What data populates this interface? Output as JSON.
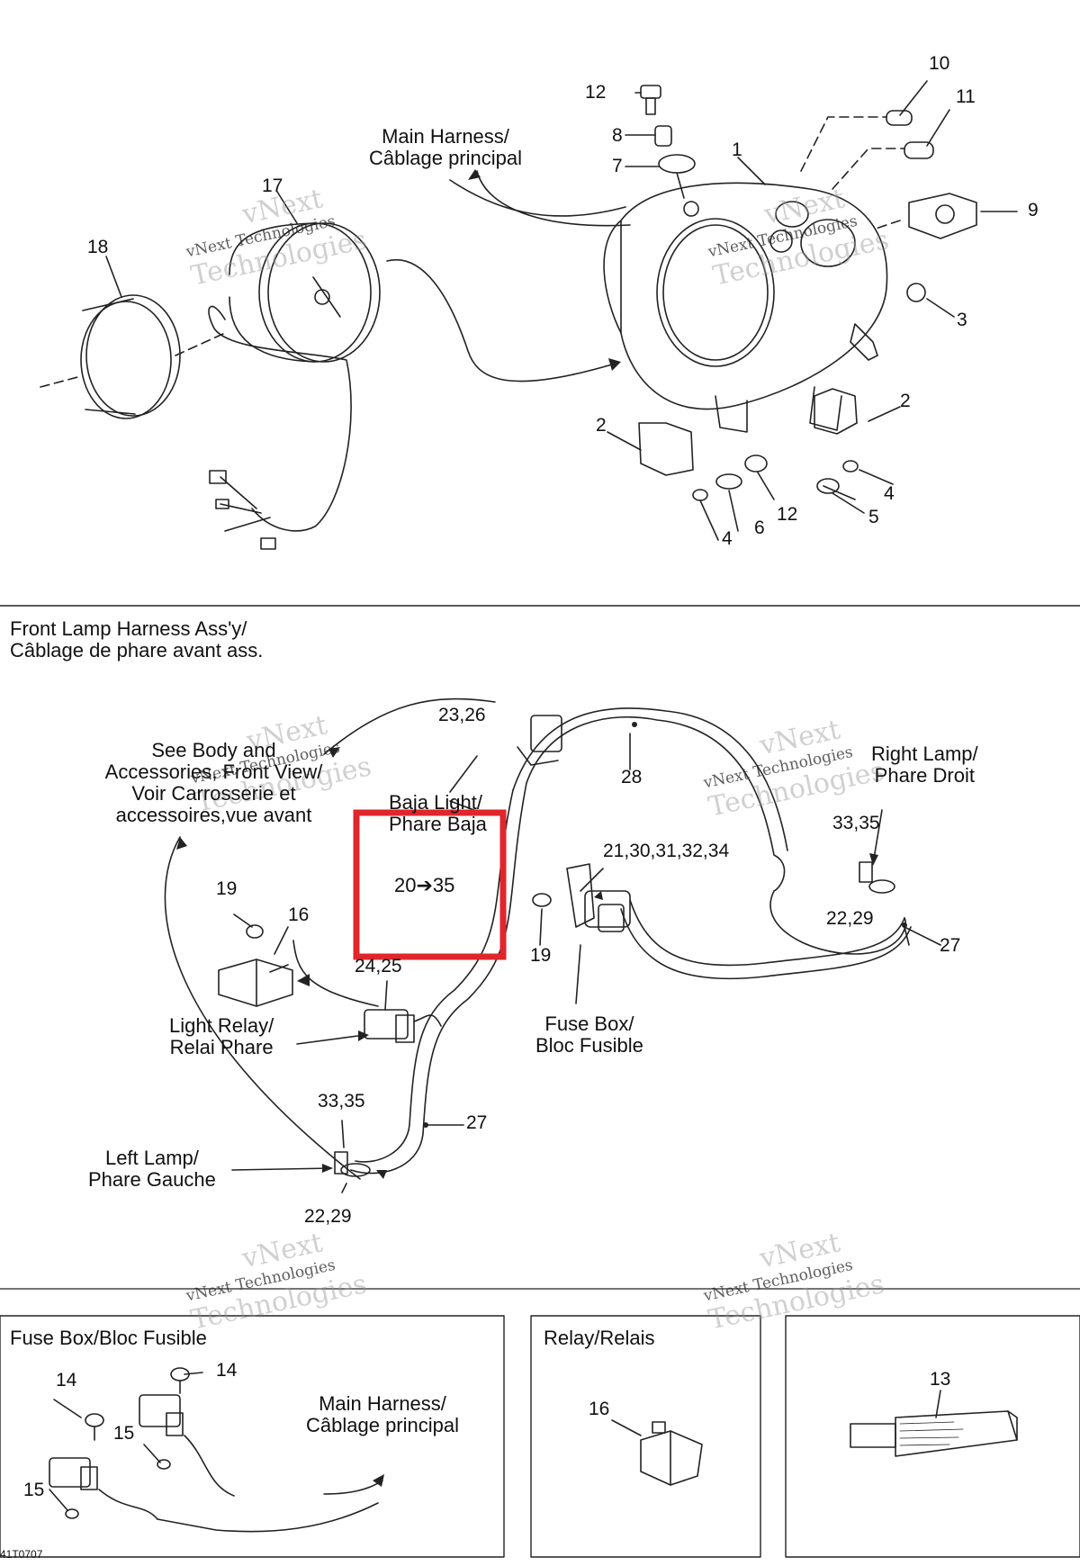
{
  "top_section": {
    "main_harness_label": "Main Harness/\nCâblage principal",
    "callouts": [
      "12",
      "8",
      "7",
      "1",
      "10",
      "11",
      "9",
      "3",
      "2",
      "2",
      "4",
      "6",
      "12",
      "4",
      "5",
      "17",
      "18"
    ]
  },
  "front_lamp_section": {
    "title": "Front Lamp Harness Ass'y/\nCâblage de phare avant ass.",
    "see_body": "See Body and\nAccessories, Front View/\nVoir Carrosserie et\naccessoires,vue avant",
    "baja_light": "Baja Light/\nPhare Baja",
    "range_label": "20➔35",
    "right_lamp": "Right Lamp/\nPhare Droit",
    "light_relay": "Light Relay/\nRelai Phare",
    "fuse_box": "Fuse Box/\nBloc Fusible",
    "left_lamp": "Left Lamp/\nPhare Gauche",
    "callouts": [
      "23,26",
      "28",
      "33,35",
      "21,30,31,32,34",
      "22,29",
      "27",
      "19",
      "16",
      "19",
      "24,25",
      "33,35",
      "27",
      "22,29"
    ],
    "highlight_color": "#e0262b"
  },
  "fuse_box_panel": {
    "title": "Fuse Box/Bloc Fusible",
    "main_harness": "Main Harness/\nCâblage principal",
    "callouts": [
      "14",
      "14",
      "15",
      "15"
    ]
  },
  "relay_panel": {
    "title": "Relay/Relais",
    "callouts": [
      "16"
    ]
  },
  "grease_panel": {
    "callouts": [
      "13"
    ]
  },
  "watermark": {
    "line1": "vNext",
    "line2": "vNext Technologies",
    "line3": "Technologies"
  },
  "figure_code": "41T0707"
}
